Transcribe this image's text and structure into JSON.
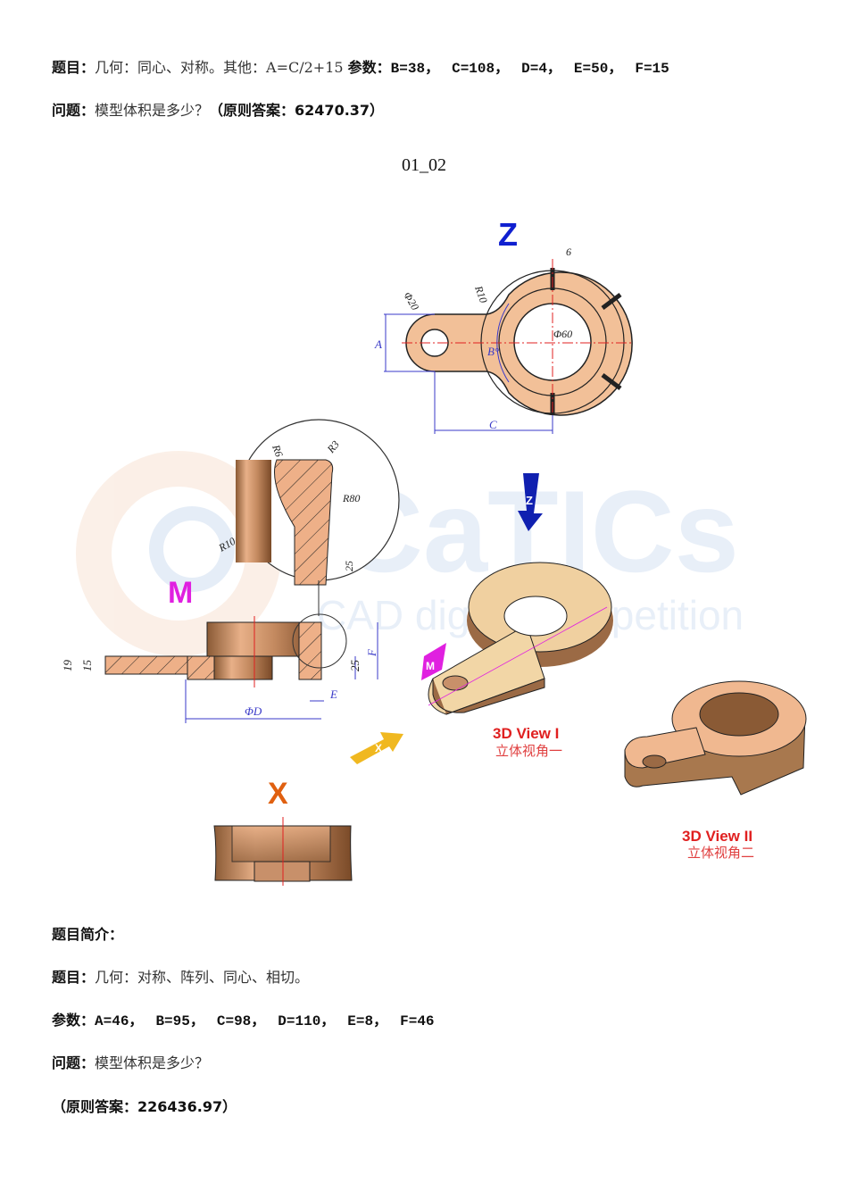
{
  "header": {
    "line1": {
      "topic_label": "题目：",
      "topic_text": "几何：同心、对称。其他：A=C/2+15",
      "params_label": "参数：",
      "params": [
        "B=38，",
        "C=108，",
        "D=4，",
        "E=50，",
        "F=15"
      ]
    },
    "line2": {
      "question_label": "问题：",
      "question_text": "模型体积是多少？",
      "answer_text": "（原则答案：62470.37）"
    }
  },
  "figure": {
    "caption": "01_02",
    "view_labels": {
      "top": "Z",
      "section": "M",
      "front": "X"
    },
    "top_view_dims": {
      "slot_width": "6",
      "hole_dia": "Φ20",
      "fillet": "R10",
      "bore_dia": "Φ60",
      "A": "A",
      "B": "B°",
      "C": "C"
    },
    "detail_dims": {
      "r6": "R6",
      "r3": "R3",
      "r80": "R80",
      "r10": "R10",
      "h25": "25"
    },
    "section_dims": {
      "h19": "19",
      "h15": "15",
      "h25": "25",
      "F": "F",
      "E": "E",
      "D": "ΦD"
    },
    "iso_views": [
      {
        "title": "3D View I",
        "subtitle": "立体视角一"
      },
      {
        "title": "3D View II",
        "subtitle": "立体视角二"
      }
    ],
    "arrows": {
      "z_arrow": "Z",
      "x_arrow": "X",
      "m_tag": "M"
    },
    "watermark": {
      "brand": "CaTICs",
      "tagline": "CAD digital competition"
    },
    "colors": {
      "bronze": "#e8a878",
      "bronze_dark": "#9b6a45",
      "dim_blue": "#3a3ac8",
      "center_red": "#e02020",
      "label_blue": "#1020d0",
      "label_magenta": "#e020e0",
      "label_orange": "#e06010",
      "view_red": "#e02020",
      "arrow_yellow": "#f0b820"
    }
  },
  "summary": {
    "heading": "题目简介：",
    "topic_label": "题目：",
    "topic_text": "几何：对称、阵列、同心、相切。",
    "params_label": "参数：",
    "params": [
      "A=46，",
      "B=95，",
      "C=98，",
      "D=110，",
      "E=8，",
      "F=46"
    ],
    "question_label": "问题：",
    "question_text": "模型体积是多少？",
    "answer_text": "（原则答案：226436.97）"
  }
}
